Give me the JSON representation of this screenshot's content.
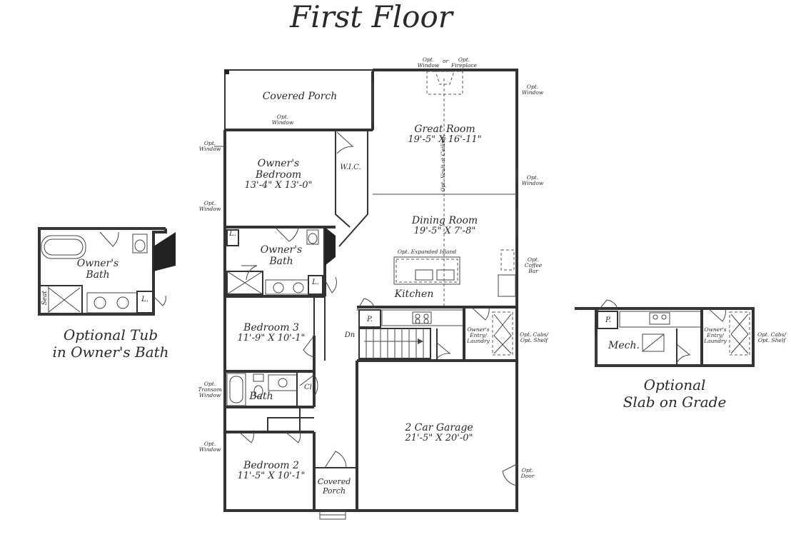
{
  "title": "First Floor",
  "rooms": {
    "covered_porch": "Covered Porch",
    "great_room": {
      "name": "Great Room",
      "dim": "19'-5\" X 16'-11\""
    },
    "owners_bedroom": {
      "name": "Owner's Bedroom",
      "dim": "13'-4\" X 13'-0\""
    },
    "wic": "W.I.C.",
    "dining_room": {
      "name": "Dining Room",
      "dim": "19'-5\" X 7'-8\""
    },
    "owners_bath": "Owner's Bath",
    "linen": "L.",
    "kitchen": "Kitchen",
    "pantry": "P.",
    "bedroom3": {
      "name": "Bedroom 3",
      "dim": "11'-9\" X 10'-1\""
    },
    "bath": "Bath",
    "closet": "Cl.",
    "down": "Dn",
    "owners_entry": "Owner's Entry/ Laundry",
    "garage": {
      "name": "2 Car Garage",
      "dim": "21'-5\" X 20'-0\""
    },
    "bedroom2": {
      "name": "Bedroom 2",
      "dim": "11'-5\" X 10'-1\""
    },
    "covered_porch_front": "Covered Porch"
  },
  "notes": {
    "opt_window": "Opt. Window",
    "or": "or",
    "opt_fireplace": "Opt. Fireplace",
    "opt_vault": "Opt. Vault at Ceiling",
    "opt_expanded_island": "Opt. Expanded Island",
    "opt_coffee_bar": "Opt. Coffee Bar",
    "opt_cabs_shelf": "Opt. Cabs/ Opt. Shelf",
    "opt_transom_window": "Opt. Transom Window",
    "opt_door": "Opt. Door"
  },
  "inset_tub": {
    "room": "Owner's Bath",
    "seat": "Seat",
    "linen": "L.",
    "caption_line1": "Optional Tub",
    "caption_line2": "in Owner's Bath"
  },
  "inset_slab": {
    "pantry": "P.",
    "mech": "Mech.",
    "owners_entry": "Owner's Entry/ Laundry",
    "opt_cabs_shelf": "Opt. Cabs/ Opt. Shelf",
    "caption_line1": "Optional",
    "caption_line2": "Slab on Grade"
  }
}
